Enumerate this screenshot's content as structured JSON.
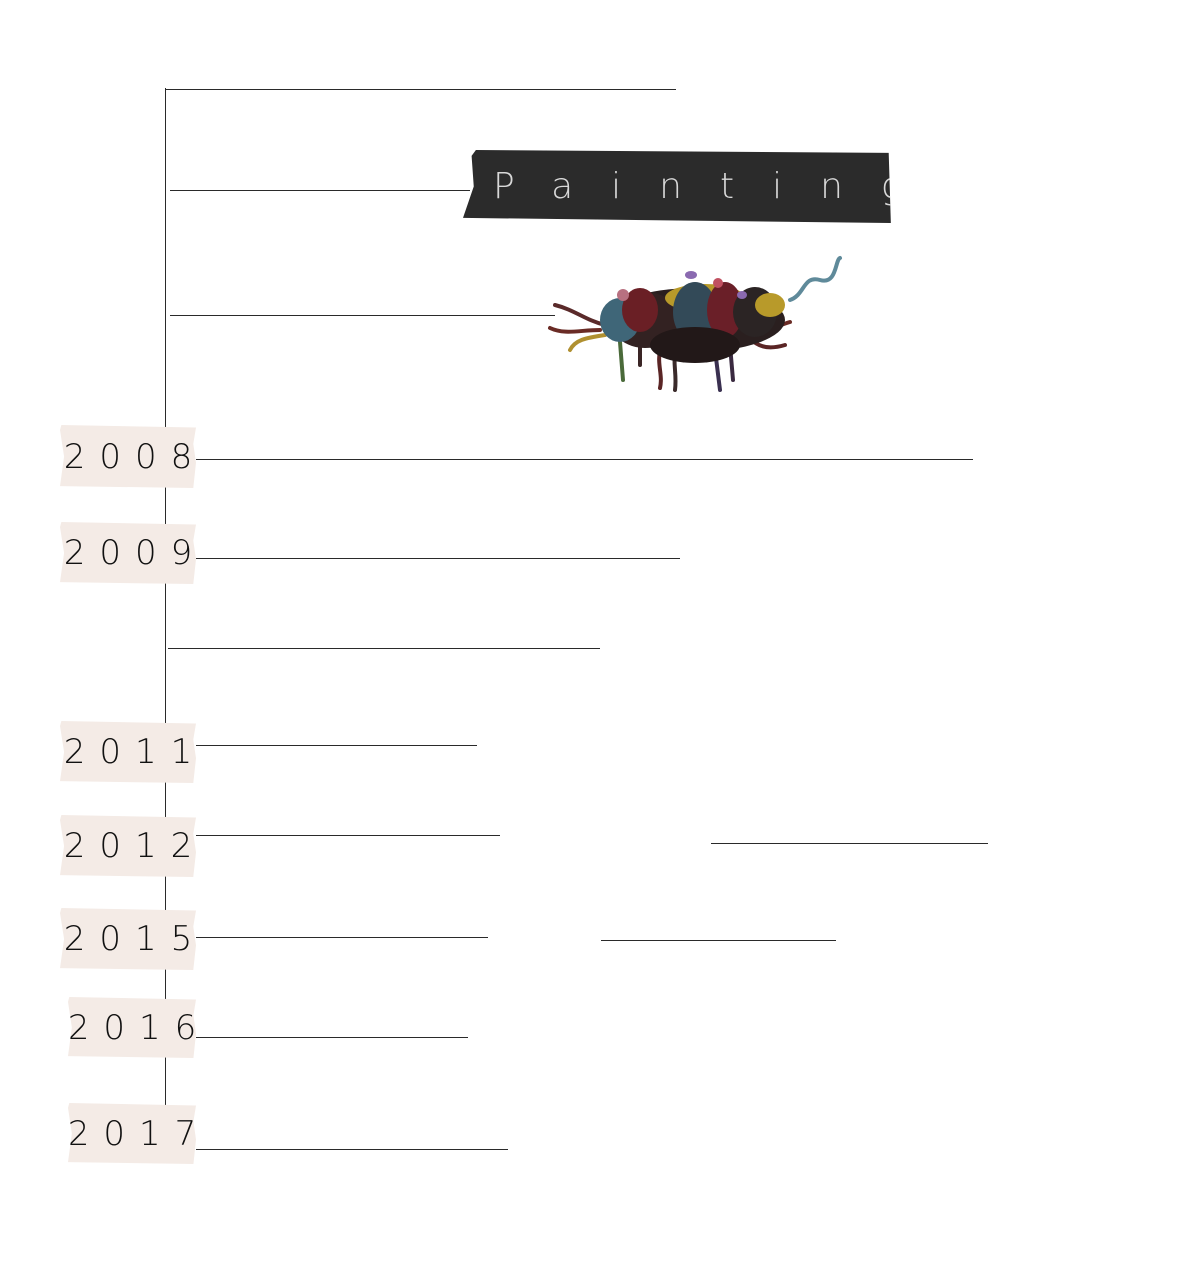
{
  "title": "Paintings",
  "years": [
    "2008",
    "2009",
    "2011",
    "2012",
    "2015",
    "2016",
    "2017"
  ],
  "colors": {
    "tape": "#f4ebe6",
    "title_tape": "#2b2b2b",
    "line": "#2a2a2a"
  }
}
